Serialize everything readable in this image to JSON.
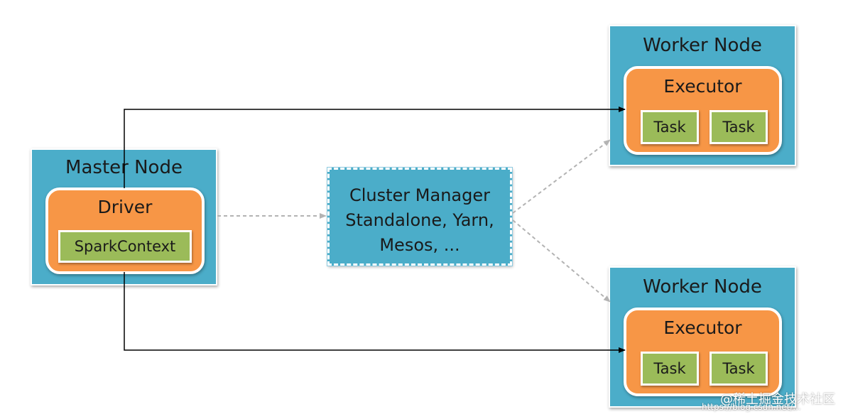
{
  "master_node": {
    "title": "Master Node",
    "driver": {
      "title": "Driver",
      "context": "SparkContext"
    }
  },
  "cluster_manager": {
    "lines": [
      "Cluster Manager",
      "Standalone, Yarn,",
      "Mesos, ..."
    ]
  },
  "worker_nodes": [
    {
      "title": "Worker Node",
      "executor": {
        "title": "Executor",
        "tasks": [
          "Task",
          "Task"
        ]
      }
    },
    {
      "title": "Worker Node",
      "executor": {
        "title": "Executor",
        "tasks": [
          "Task",
          "Task"
        ]
      }
    }
  ],
  "watermark": {
    "text": "@稀土掘金技术社区",
    "url": "https://blog.csdn.net/..."
  },
  "colors": {
    "node": "#4badc9",
    "process": "#f79646",
    "chip": "#9bbb59",
    "solid_arrow": "#000000",
    "dashed_arrow": "#b3b3b3"
  }
}
